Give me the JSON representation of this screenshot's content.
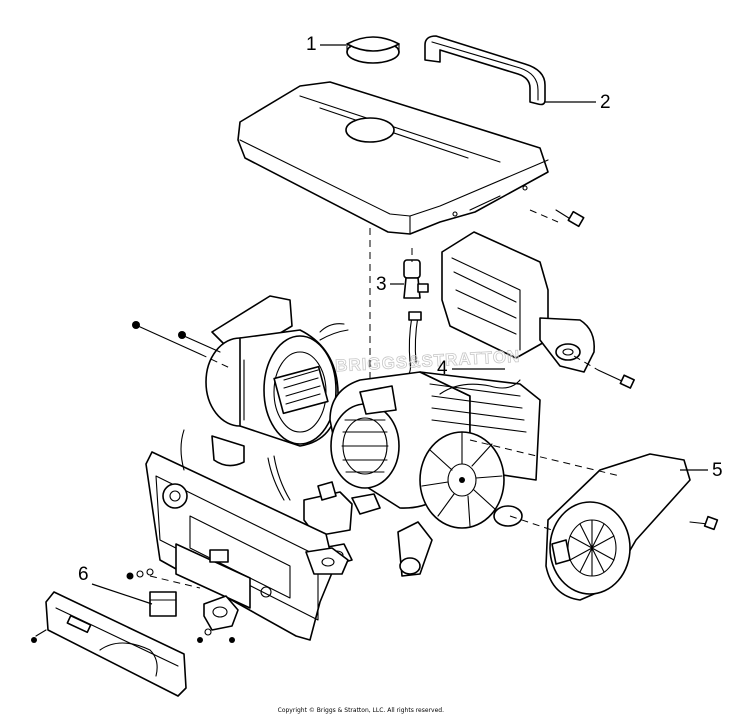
{
  "callouts": {
    "c1": "1",
    "c2": "2",
    "c3": "3",
    "c4": "4",
    "c5": "5",
    "c6": "6"
  },
  "watermark": "BRIGGS&STRATTON",
  "copyright": "Copyright © Briggs & Stratton, LLC. All rights reserved."
}
